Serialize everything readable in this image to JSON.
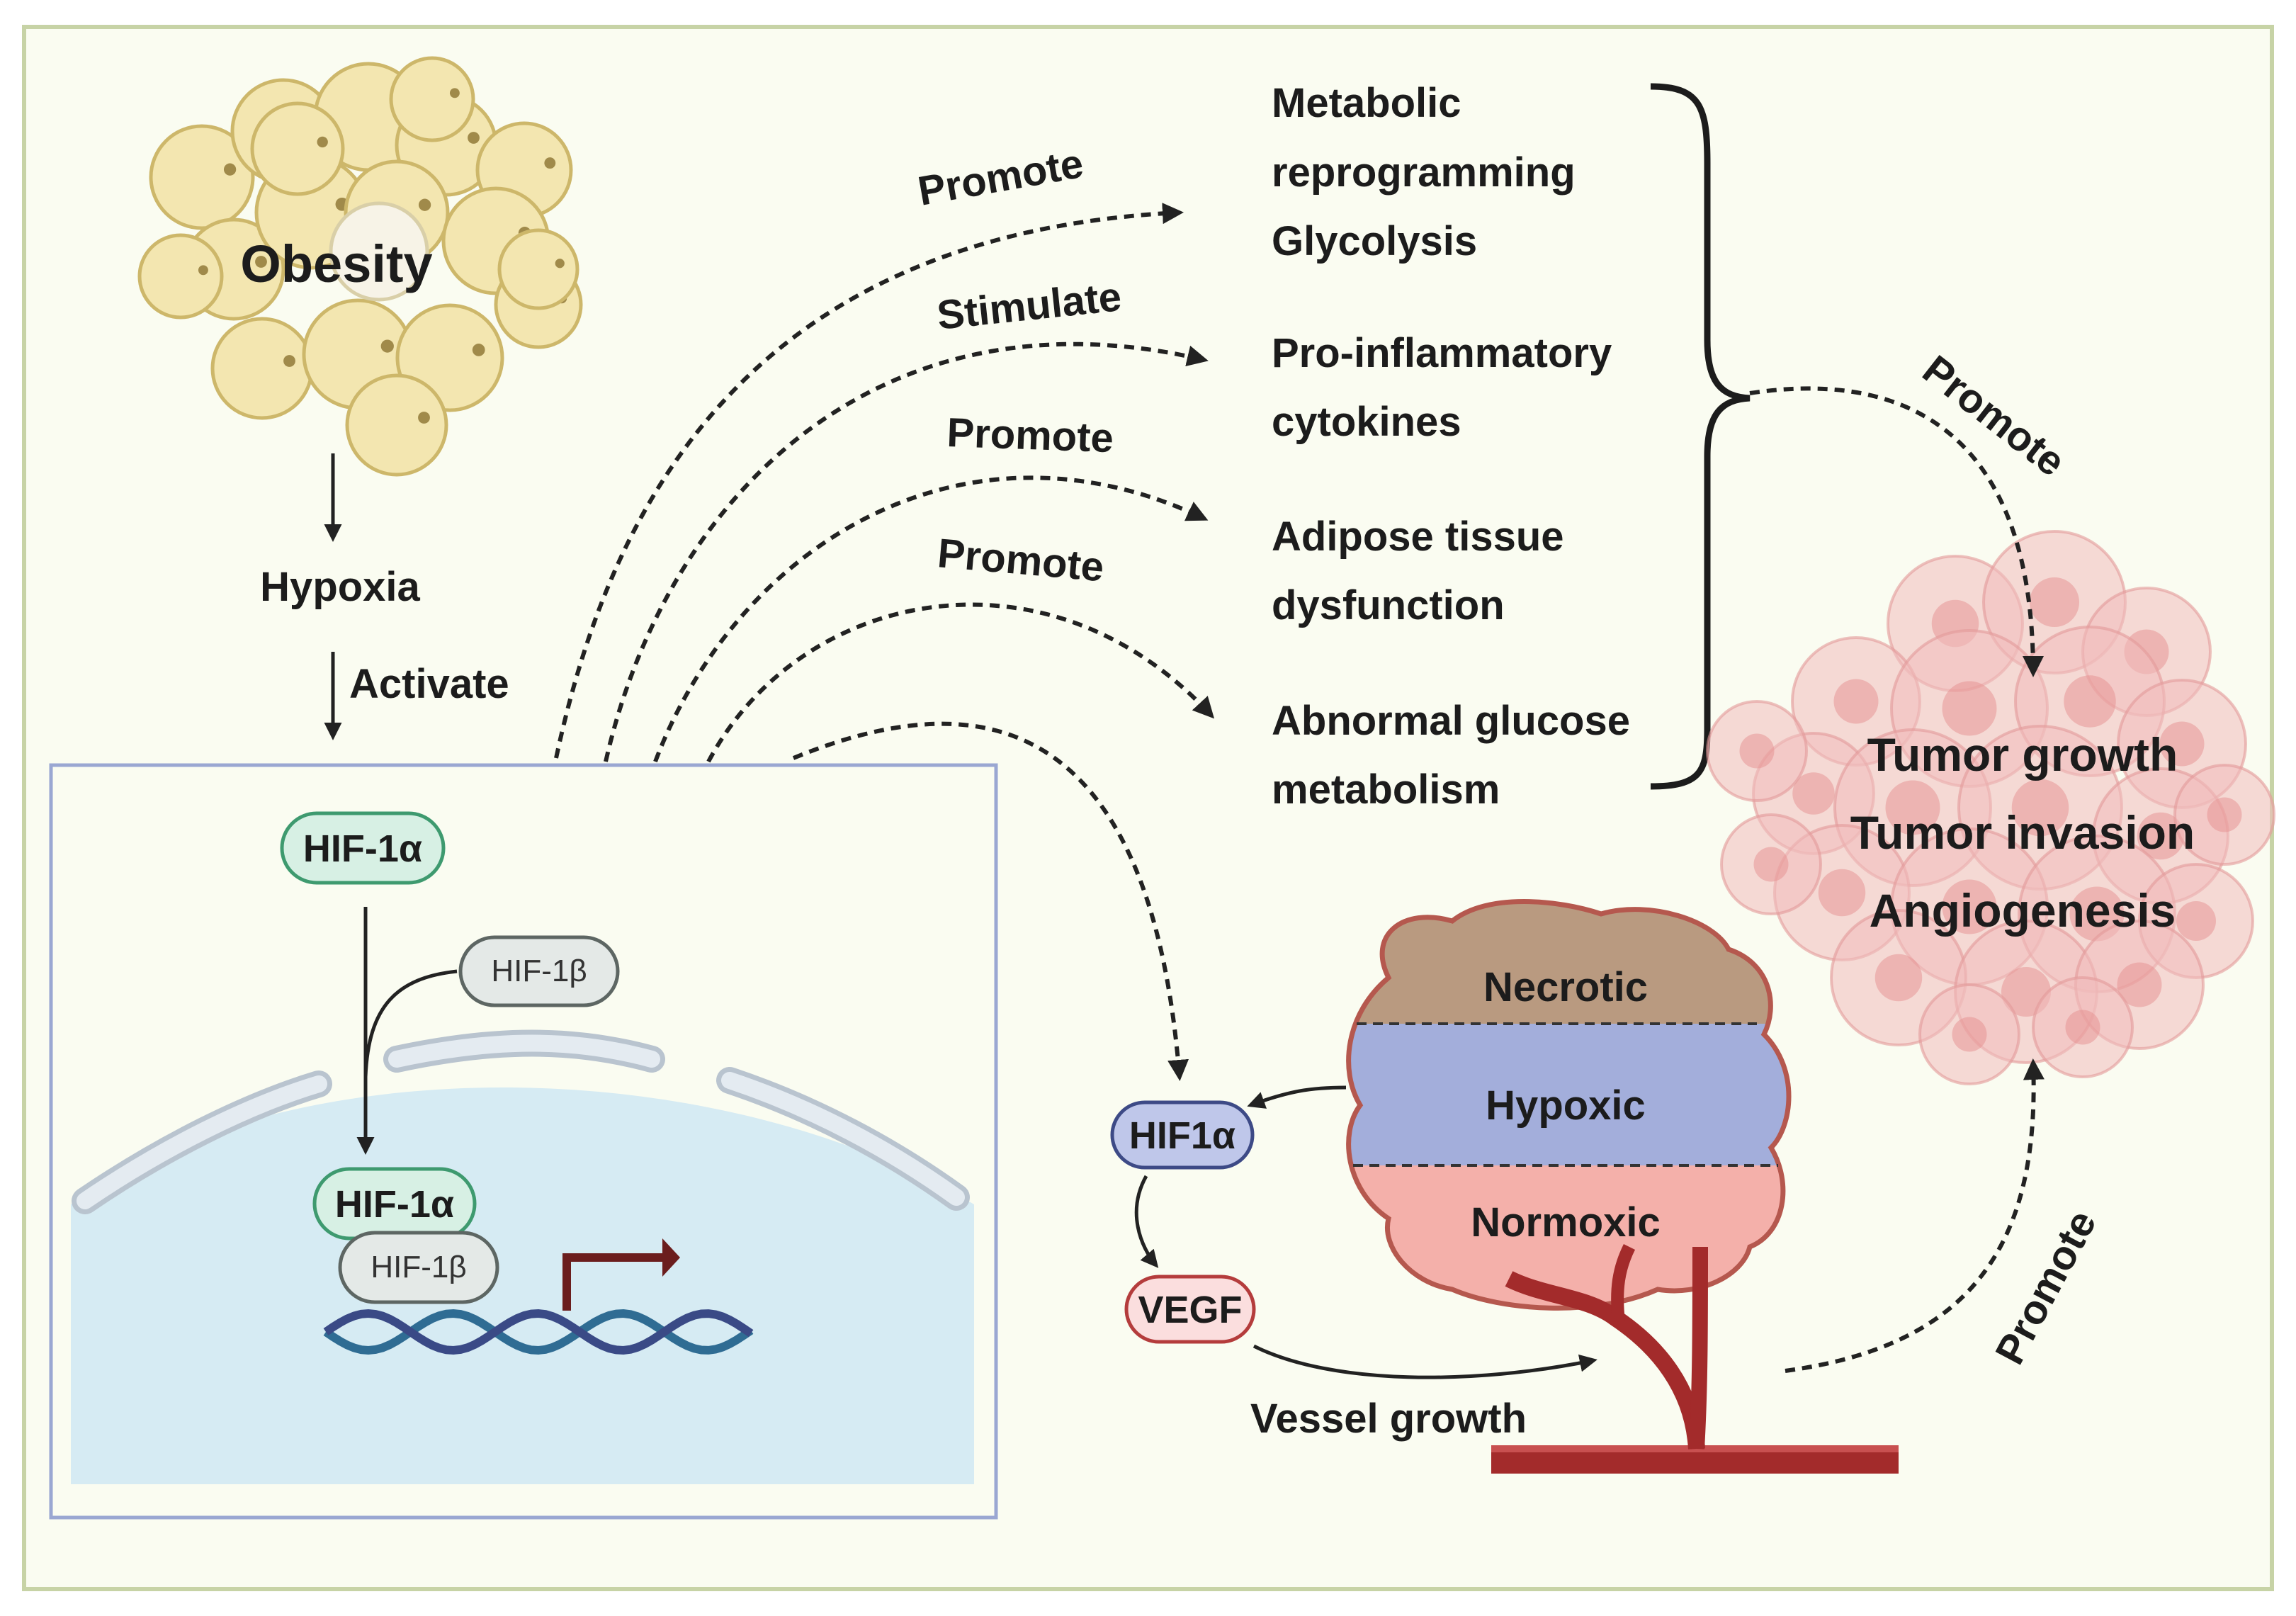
{
  "colors": {
    "panel_bg": "#fafcf1",
    "frame": "#c7d3a6",
    "cell_box_stroke": "#9aa7d2",
    "nucleus": "#d6ebf3",
    "membrane": "#d2dae2",
    "hif1a_fill": "#d7f0e4",
    "hif1a_stroke": "#3e9a6f",
    "hif1b_fill": "#e4e9e7",
    "hif1b_stroke": "#5d6663",
    "hif1a_vessel_fill": "#bfc7ea",
    "hif1a_vessel_stroke": "#3d4a86",
    "vegf_fill": "#fbdede",
    "vegf_stroke": "#b43c3c",
    "fat_cell": "#f3e6b0",
    "fat_cell_stroke": "#cdb76a",
    "tumor_pink": "#f1bcbc",
    "necrotic": "#b99a80",
    "hypoxic": "#a3aedb",
    "normoxic": "#f4b0aa",
    "vessel": "#a32b2b",
    "arrow_dark_red": "#6b1d1d"
  },
  "icons": {
    "obesity": "adipocyte-cluster-icon",
    "dna": "dna-helix-icon",
    "transcription": "transcription-arrow-icon",
    "tumor_cells": "tumor-cell-cluster-icon",
    "tumor_zones": "tumor-zones-icon",
    "vessel": "blood-vessel-icon"
  },
  "left": {
    "obesity": "Obesity",
    "hypoxia": "Hypoxia",
    "activate": "Activate",
    "hif1a_top": "HIF-1α",
    "hif1b_side": "HIF-1β",
    "hif1a_nucleus": "HIF-1α",
    "hif1b_nucleus": "HIF-1β"
  },
  "arrows": {
    "promote_1": "Promote",
    "stimulate": "Stimulate",
    "promote_2": "Promote",
    "promote_3": "Promote",
    "promote_right": "Promote",
    "promote_bottom": "Promote"
  },
  "effects": {
    "metabolic_1": "Metabolic",
    "metabolic_2": "reprogramming",
    "metabolic_3": "Glycolysis",
    "inflammatory_1": "Pro-inflammatory",
    "inflammatory_2": "cytokines",
    "adipose_1": "Adipose tissue",
    "adipose_2": "dysfunction",
    "glucose_1": "Abnormal glucose",
    "glucose_2": "metabolism"
  },
  "outcomes": {
    "growth": "Tumor growth",
    "invasion": "Tumor invasion",
    "angiogenesis": "Angiogenesis"
  },
  "tumor_zones": {
    "necrotic": "Necrotic",
    "hypoxic": "Hypoxic",
    "normoxic": "Normoxic"
  },
  "pathway": {
    "hif1a": "HIF1α",
    "vegf": "VEGF",
    "vessel_growth": "Vessel growth"
  }
}
